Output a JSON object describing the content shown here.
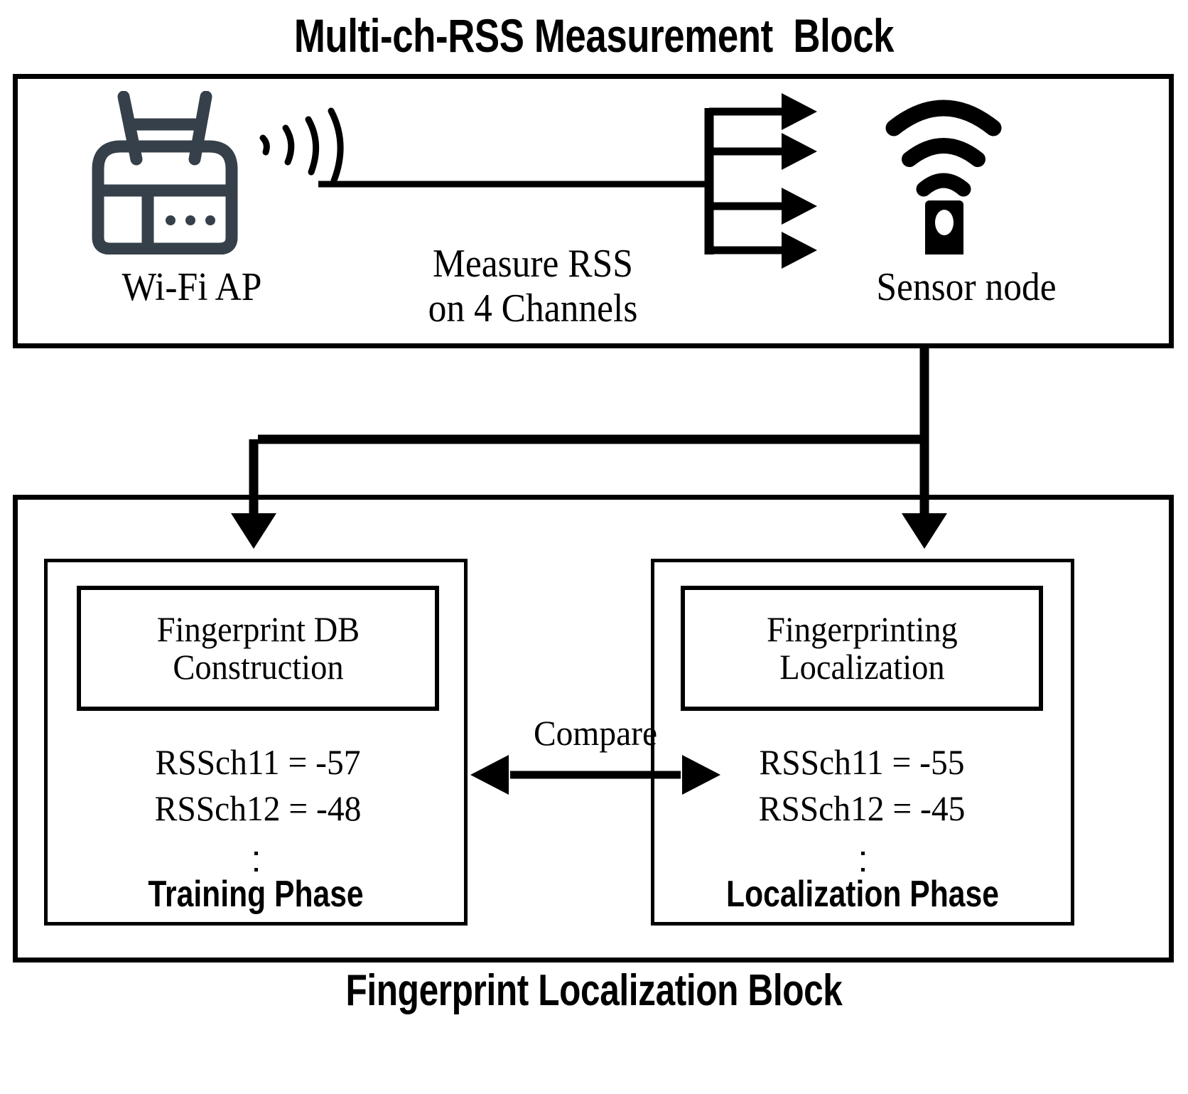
{
  "diagram": {
    "top_block": {
      "title": "Multi-ch-RSS Measurement  Block",
      "wifi_ap_label": "Wi-Fi AP",
      "measure_label": "Measure RSS\non 4 Channels",
      "sensor_label": "Sensor node",
      "channel_count": 4,
      "icons": {
        "router": "wifi-router-icon",
        "waves": "signal-waves-icon",
        "sensor": "sensor-node-icon"
      }
    },
    "bottom_block": {
      "title": "Fingerprint Localization Block",
      "compare_label": "Compare",
      "training": {
        "inner_title": "Fingerprint DB\nConstruction",
        "rss_lines": "RSSch11 = -57\nRSSch12 = -48",
        "phase_label": "Training Phase",
        "measurements": [
          {
            "key": "RSSch11",
            "value": -57
          },
          {
            "key": "RSSch12",
            "value": -48
          }
        ]
      },
      "localization": {
        "inner_title": "Fingerprinting\nLocalization",
        "rss_lines": "RSSch11 = -55\nRSSch12 = -45",
        "phase_label": "Localization Phase",
        "measurements": [
          {
            "key": "RSSch11",
            "value": -55
          },
          {
            "key": "RSSch12",
            "value": -45
          }
        ]
      }
    },
    "colors": {
      "stroke": "#000000",
      "router_icon": "#36404a",
      "background": "#ffffff"
    }
  }
}
